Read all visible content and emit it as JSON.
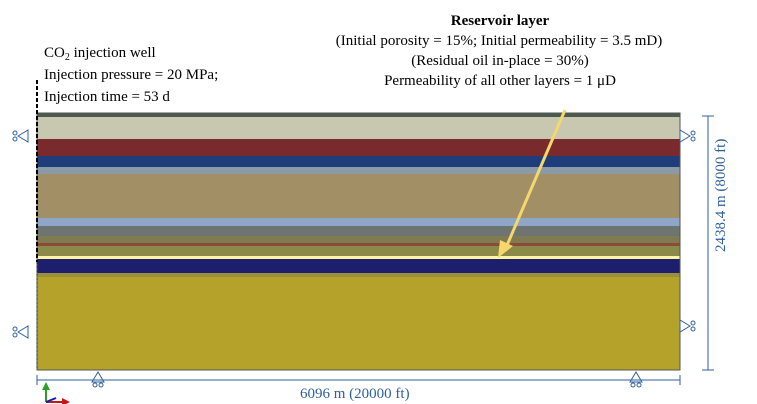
{
  "annotation": {
    "title": "Reservoir layer",
    "line1": "(Initial porosity = 15%; Initial permeability = 3.5 mD)",
    "line2": "(Residual oil in-place = 30%)",
    "line3": "Permeability of all other layers = 1 μD"
  },
  "well": {
    "label_prefix": "CO",
    "label_sub": "2",
    "label_suffix": " injection well",
    "pressure": "Injection pressure = 20 MPa;",
    "time": "Injection time = 53 d"
  },
  "dimensions": {
    "width_label": "6096 m (20000 ft)",
    "height_label": "2438.4 m (8000 ft)"
  },
  "colors": {
    "reservoir_highlight": "#fff4a0",
    "arrow": "#f5d76e",
    "dimension": "#2f5f9f"
  },
  "layers": [
    {
      "name": "top-thin",
      "color": "#4a5a4c"
    },
    {
      "name": "light-grey",
      "color": "#c8c8b0"
    },
    {
      "name": "dark-red",
      "color": "#7a2a2c"
    },
    {
      "name": "navy",
      "color": "#1f3d7a"
    },
    {
      "name": "grey",
      "color": "#8a9aa6"
    },
    {
      "name": "tan",
      "color": "#a38f66"
    },
    {
      "name": "light-blue",
      "color": "#8ea6c8"
    },
    {
      "name": "grey-2",
      "color": "#6e7470"
    },
    {
      "name": "olive-brown",
      "color": "#807a50"
    },
    {
      "name": "brick",
      "color": "#8c4b3a"
    },
    {
      "name": "olive",
      "color": "#8c8a48"
    },
    {
      "name": "reservoir",
      "color": "#fff4a0"
    },
    {
      "name": "deep-navy",
      "color": "#1e1e6e"
    },
    {
      "name": "olive-2",
      "color": "#9c8f3a"
    },
    {
      "name": "mustard",
      "color": "#b5a22a"
    }
  ]
}
